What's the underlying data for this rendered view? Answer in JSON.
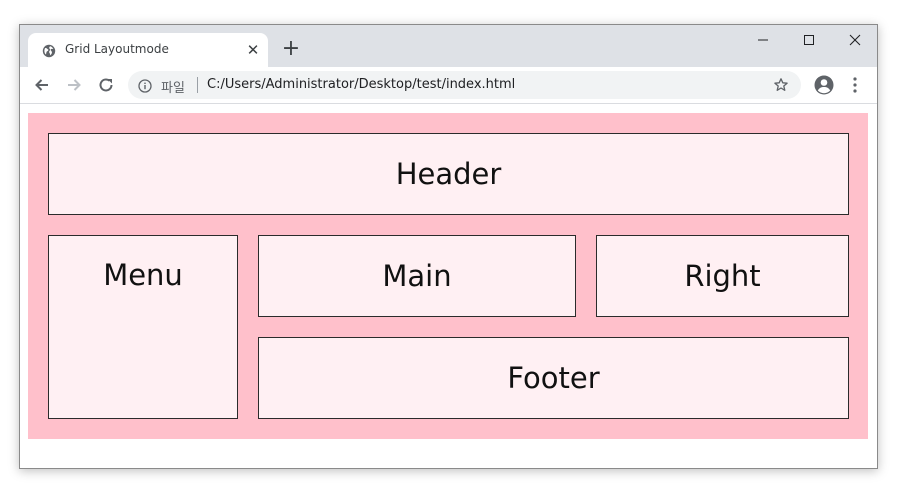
{
  "tab": {
    "title": "Grid Layoutmode",
    "close_glyph": "✕",
    "icon": "globe-icon"
  },
  "new_tab_glyph": "+",
  "window_controls": {
    "minimize_icon": "minimize-icon",
    "maximize_icon": "maximize-icon",
    "close_icon": "close-icon"
  },
  "address_bar": {
    "scheme_label": "파일",
    "url": "C:/Users/Administrator/Desktop/test/index.html"
  },
  "grid": {
    "background": "#ffc0cb",
    "item_background": "#fff0f3",
    "header": "Header",
    "menu": "Menu",
    "main": "Main",
    "right": "Right",
    "footer": "Footer"
  }
}
